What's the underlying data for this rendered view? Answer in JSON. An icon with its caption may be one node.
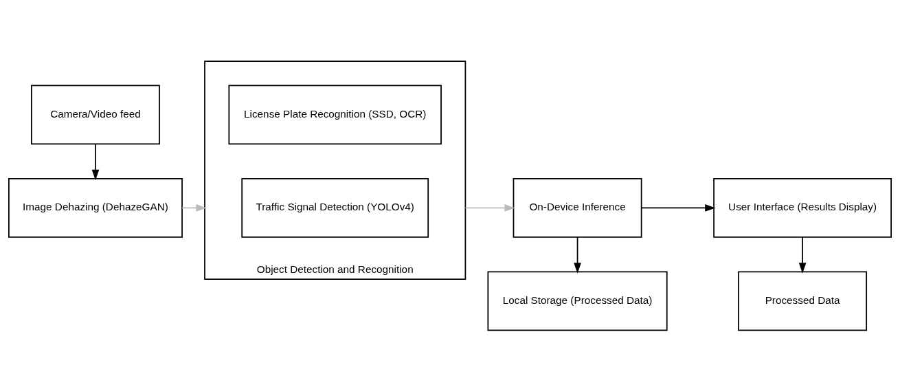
{
  "diagram": {
    "nodes": [
      {
        "text": [
          "Camera/Video feed"
        ]
      },
      {
        "text": [
          "Image Dehazing (DehazeGAN)"
        ]
      },
      {
        "text": [
          "Object Detection and Recognition"
        ]
      },
      {
        "text": [
          "Traffic Signal Detection (YOLOv4)"
        ],
        "in": 2
      },
      {
        "text": [
          "License Plate Recognition (SSD, OCR)"
        ],
        "in": 2
      },
      {
        "text": [
          "On-Device Inference"
        ]
      },
      {
        "text": [
          "User Interface (Results Display)"
        ]
      },
      {
        "text": [
          "Local Storage (Processed Data)"
        ]
      },
      {
        "text": [
          "Processed Data"
        ]
      }
    ],
    "edges": [
      {
        "from": 0,
        "to": 1,
        "arrow": "to"
      },
      {
        "from": 1,
        "to": 2,
        "arrow": "to",
        "color": "#bbbbbb"
      },
      {
        "from": 2,
        "to": 5,
        "arrow": "to",
        "color": "#bbbbbb"
      },
      {
        "from": 5,
        "to": 6,
        "arrow": "to"
      },
      {
        "from": 5,
        "to": 7,
        "arrow": "to"
      },
      {
        "from": 6,
        "to": 8,
        "arrow": "to"
      }
    ]
  }
}
